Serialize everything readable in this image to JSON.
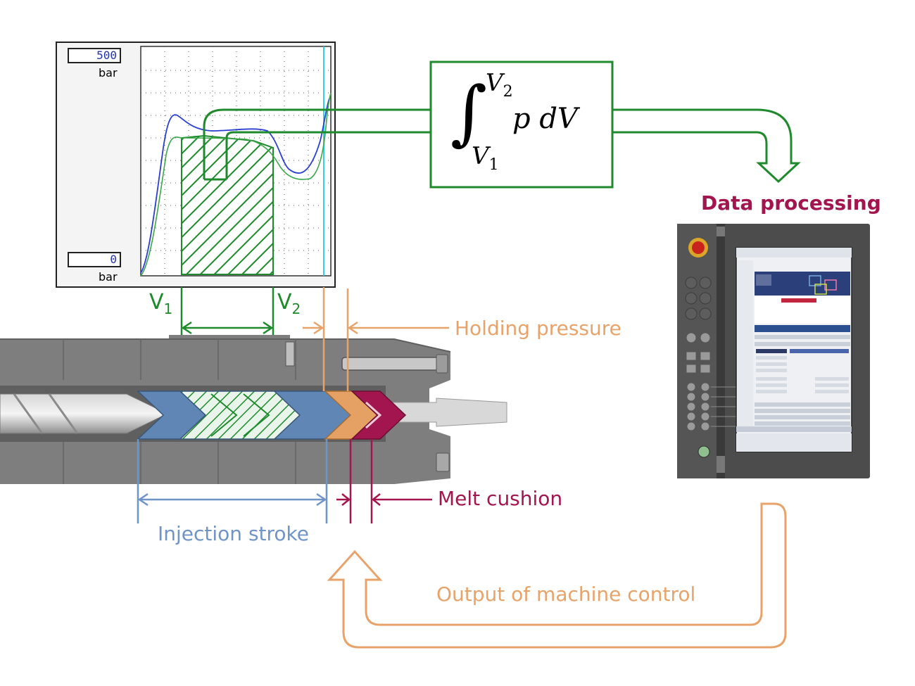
{
  "chart": {
    "top_value": "500",
    "top_unit": "bar",
    "bottom_value": "0",
    "bottom_unit": "bar"
  },
  "formula": {
    "upper": "V",
    "upper_sub": "2",
    "lower": "V",
    "lower_sub": "1",
    "integrand": "p dV"
  },
  "labels": {
    "v1": "V",
    "v1_sub": "1",
    "v2": "V",
    "v2_sub": "2",
    "holding_pressure": "Holding pressure",
    "melt_cushion": "Melt cushion",
    "injection_stroke": "Injection stroke",
    "data_processing": "Data processing",
    "output": "Output of machine control"
  },
  "colors": {
    "green": "#1e8a2c",
    "orange": "#e8a36a",
    "blue": "#6f94c6",
    "magenta": "#a3154f",
    "barrel": "#7e7e7e"
  },
  "icons": [
    "emergency-stop-icon",
    "power-button-icon",
    "integral-icon"
  ]
}
